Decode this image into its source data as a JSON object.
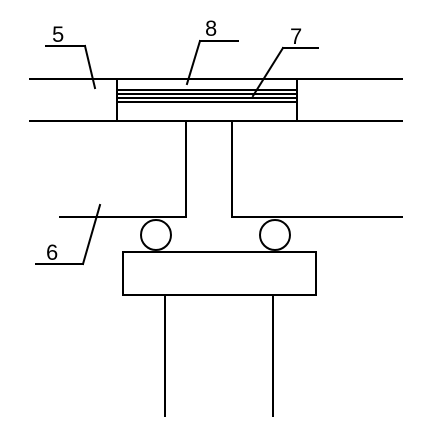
{
  "diagram": {
    "labels": {
      "part_5": "5",
      "part_6": "6",
      "part_7": "7",
      "part_8": "8"
    },
    "line_color": "#000000",
    "background_color": "#ffffff"
  }
}
